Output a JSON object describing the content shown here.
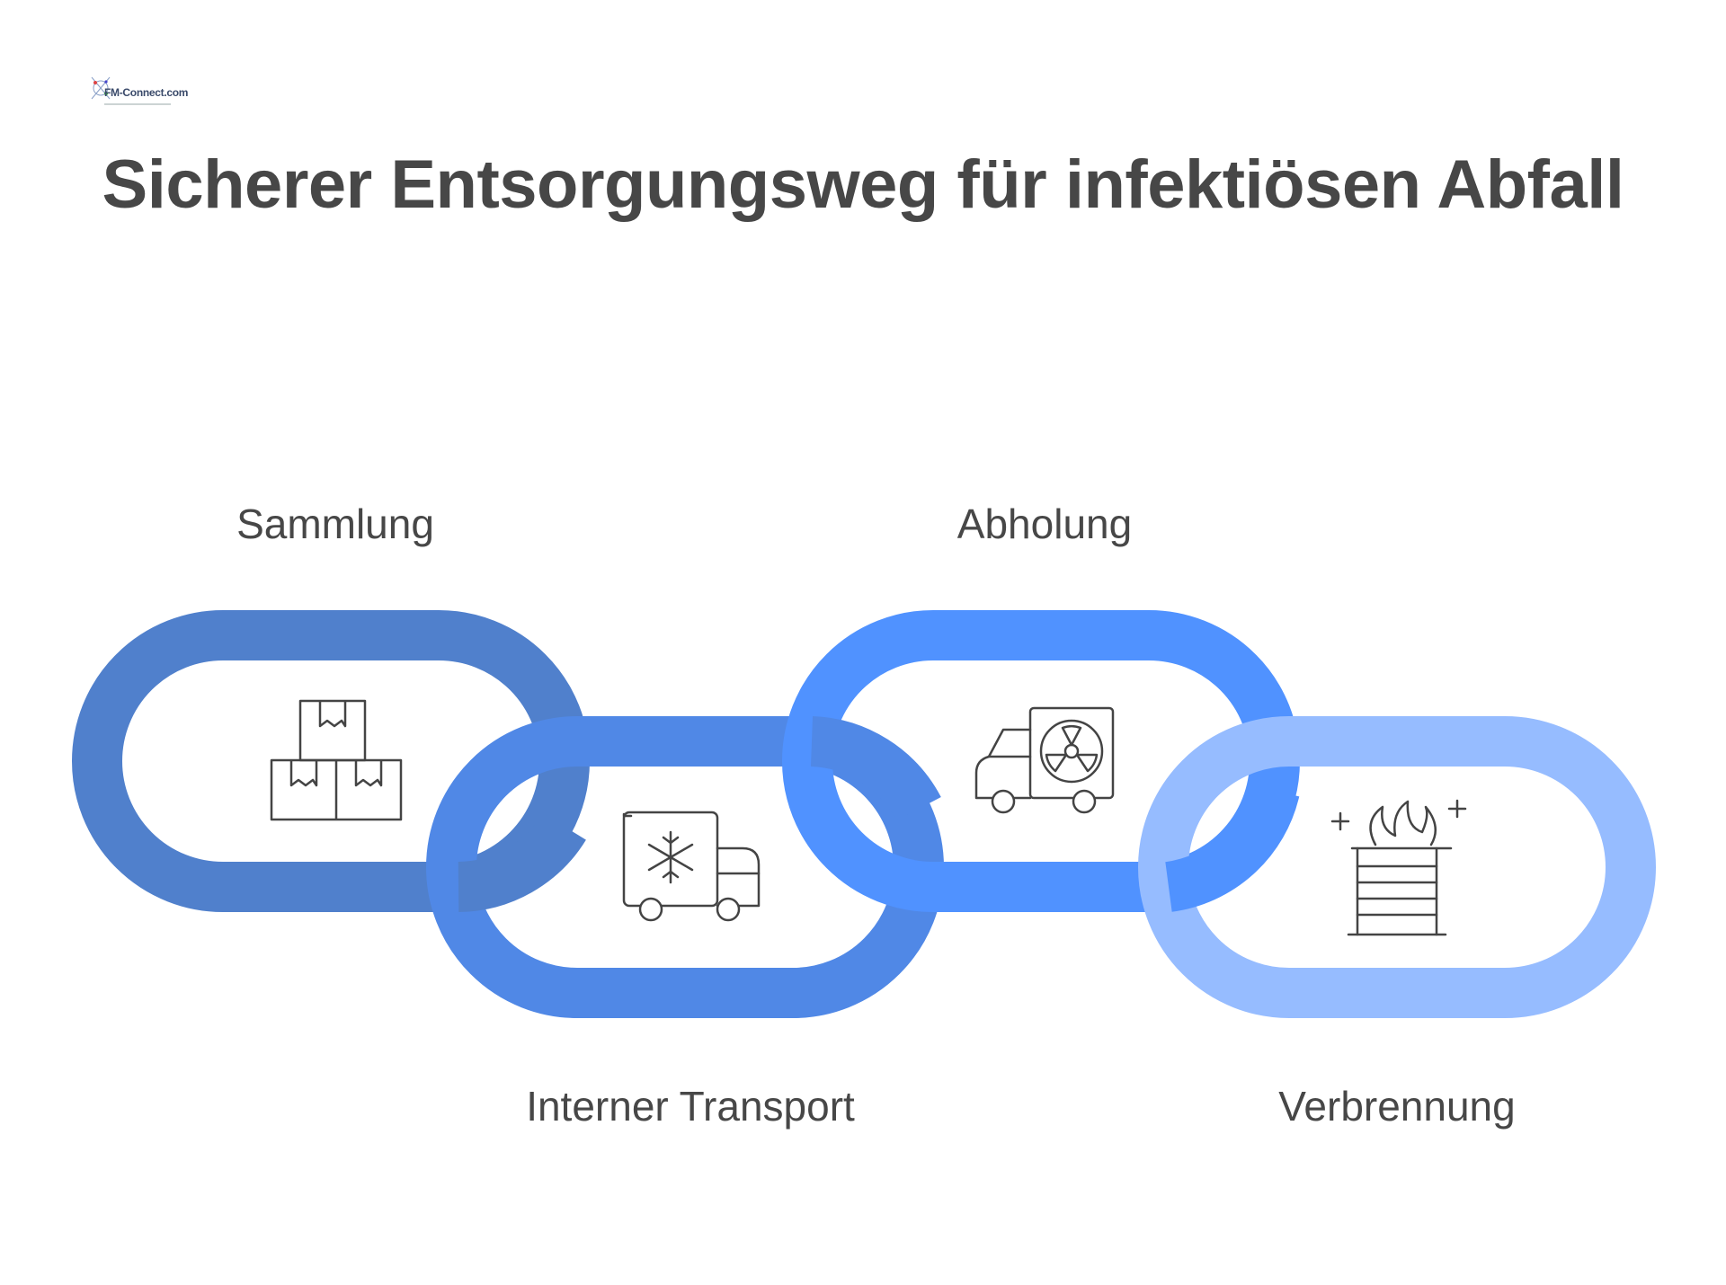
{
  "logo": {
    "brand": "FM-Connect.com"
  },
  "title": "Sicherer Entsorgungsweg für infektiösen Abfall",
  "steps": [
    {
      "label": "Sammlung",
      "icon": "stacked-boxes-icon",
      "color": "#5080CC"
    },
    {
      "label": "Interner Transport",
      "icon": "refrigerated-truck-icon",
      "color": "#5088E6"
    },
    {
      "label": "Abholung",
      "icon": "hazard-truck-icon",
      "color": "#5092FF"
    },
    {
      "label": "Verbrennung",
      "icon": "incinerator-icon",
      "color": "#96BCFF"
    }
  ]
}
